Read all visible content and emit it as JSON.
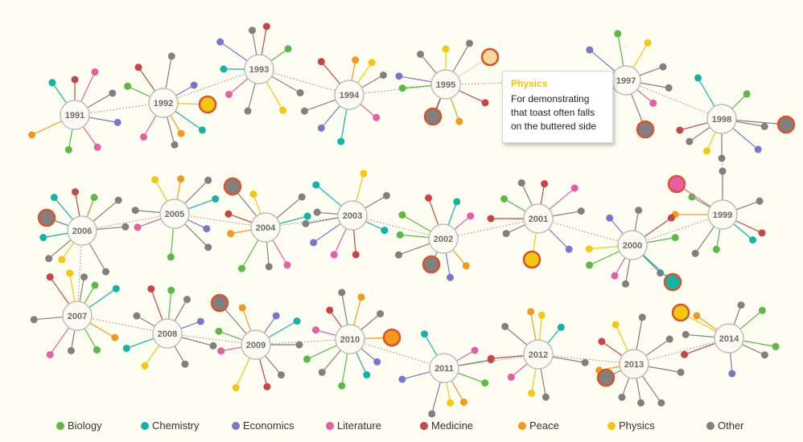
{
  "chart_data": {
    "type": "network",
    "categories": [
      {
        "name": "Biology",
        "color": "#5db846"
      },
      {
        "name": "Chemistry",
        "color": "#13b3a6"
      },
      {
        "name": "Economics",
        "color": "#7a76cc"
      },
      {
        "name": "Literature",
        "color": "#e75ea5"
      },
      {
        "name": "Medicine",
        "color": "#c94446"
      },
      {
        "name": "Peace",
        "color": "#f39a1e"
      },
      {
        "name": "Physics",
        "color": "#f3c80f"
      },
      {
        "name": "Other",
        "color": "#808080"
      }
    ],
    "years": [
      {
        "year": "1991",
        "spokes": [
          [
            "Chemistry",
            -125
          ],
          [
            "Medicine",
            -90
          ],
          [
            "Literature",
            -65
          ],
          [
            "Economics",
            10
          ],
          [
            "Literature",
            55
          ],
          [
            "Biology",
            100
          ],
          [
            "Peace",
            155
          ],
          [
            "Other",
            -30
          ]
        ]
      },
      {
        "year": "1992",
        "spokes": [
          [
            "Medicine",
            -125
          ],
          [
            "Biology",
            -155
          ],
          [
            "Economics",
            -30
          ],
          [
            "Chemistry",
            35
          ],
          [
            "Other",
            75
          ],
          [
            "Literature",
            120
          ],
          [
            "Peace",
            60
          ],
          [
            "Other",
            -80
          ]
        ]
      },
      {
        "year": "1993",
        "spokes": [
          [
            "Economics",
            -145
          ],
          [
            "Medicine",
            -80
          ],
          [
            "Other",
            -100
          ],
          [
            "Biology",
            -35
          ],
          [
            "Physics",
            60
          ],
          [
            "Other",
            105
          ],
          [
            "Literature",
            140
          ],
          [
            "Chemistry",
            180
          ],
          [
            "Other",
            30
          ]
        ]
      },
      {
        "year": "1994",
        "spokes": [
          [
            "Peace",
            -80
          ],
          [
            "Chemistry",
            100
          ],
          [
            "Economics",
            130
          ],
          [
            "Other",
            -30
          ],
          [
            "Literature",
            40
          ],
          [
            "Other",
            160
          ],
          [
            "Medicine",
            -130
          ],
          [
            "Physics",
            -55
          ]
        ]
      },
      {
        "year": "1995",
        "spokes": [
          [
            "Other",
            -130
          ],
          [
            "Physics",
            -90
          ],
          [
            "Other",
            -60
          ],
          [
            "Medicine",
            25
          ],
          [
            "Peace",
            70
          ],
          [
            "Other",
            110
          ],
          [
            "Economics",
            -170
          ],
          [
            "Biology",
            175
          ]
        ]
      },
      {
        "year": "1997",
        "spokes": [
          [
            "Biology",
            -100
          ],
          [
            "Physics",
            -60
          ],
          [
            "Other",
            -20
          ],
          [
            "Literature",
            40
          ],
          [
            "Economics",
            -140
          ],
          [
            "Other",
            10
          ]
        ]
      },
      {
        "year": "1998",
        "spokes": [
          [
            "Biology",
            -45
          ],
          [
            "Chemistry",
            -120
          ],
          [
            "Medicine",
            165
          ],
          [
            "Other",
            145
          ],
          [
            "Physics",
            115
          ],
          [
            "Economics",
            40
          ],
          [
            "Other",
            10
          ],
          [
            "Other",
            90
          ]
        ]
      },
      {
        "year": "1999",
        "spokes": [
          [
            "Other",
            -20
          ],
          [
            "Biology",
            -150
          ],
          [
            "Peace",
            180
          ],
          [
            "Medicine",
            25
          ],
          [
            "Chemistry",
            40
          ],
          [
            "Biology",
            100
          ],
          [
            "Other",
            125
          ],
          [
            "Other",
            -90
          ]
        ]
      },
      {
        "year": "2000",
        "spokes": [
          [
            "Economics",
            -130
          ],
          [
            "Medicine",
            -35
          ],
          [
            "Biology",
            -10
          ],
          [
            "Other",
            100
          ],
          [
            "Literature",
            120
          ],
          [
            "Biology",
            155
          ],
          [
            "Physics",
            175
          ],
          [
            "Other",
            45
          ],
          [
            "Other",
            -80
          ]
        ]
      },
      {
        "year": "2001",
        "spokes": [
          [
            "Other",
            -115
          ],
          [
            "Medicine",
            -80
          ],
          [
            "Literature",
            -40
          ],
          [
            "Other",
            -10
          ],
          [
            "Biology",
            -150
          ],
          [
            "Other",
            155
          ],
          [
            "Medicine",
            180
          ],
          [
            "Economics",
            45
          ]
        ]
      },
      {
        "year": "2002",
        "spokes": [
          [
            "Medicine",
            -110
          ],
          [
            "Chemistry",
            -70
          ],
          [
            "Literature",
            -40
          ],
          [
            "Biology",
            -150
          ],
          [
            "Biology",
            -175
          ],
          [
            "Economics",
            80
          ],
          [
            "Peace",
            50
          ],
          [
            "Other",
            160
          ]
        ]
      },
      {
        "year": "2003",
        "spokes": [
          [
            "Chemistry",
            -140
          ],
          [
            "Physics",
            -75
          ],
          [
            "Other",
            -30
          ],
          [
            "Other",
            -175
          ],
          [
            "Economics",
            145
          ],
          [
            "Literature",
            115
          ],
          [
            "Medicine",
            85
          ],
          [
            "Chemistry",
            25
          ],
          [
            "Other",
            170
          ]
        ]
      },
      {
        "year": "2004",
        "spokes": [
          [
            "Physics",
            -110
          ],
          [
            "Other",
            -40
          ],
          [
            "Chemistry",
            -15
          ],
          [
            "Medicine",
            -160
          ],
          [
            "Peace",
            170
          ],
          [
            "Biology",
            120
          ],
          [
            "Literature",
            60
          ],
          [
            "Other",
            85
          ]
        ]
      },
      {
        "year": "2005",
        "spokes": [
          [
            "Physics",
            -120
          ],
          [
            "Orange",
            -80
          ],
          [
            "Other",
            -45
          ],
          [
            "Chemistry",
            -20
          ],
          [
            "Literature",
            160
          ],
          [
            "Economics",
            25
          ],
          [
            "Other",
            45
          ],
          [
            "Biology",
            95
          ],
          [
            "Other",
            185
          ]
        ]
      },
      {
        "year": "2006",
        "spokes": [
          [
            "Chemistry",
            -130
          ],
          [
            "Medicine",
            -100
          ],
          [
            "Biology",
            -70
          ],
          [
            "Other",
            -40
          ],
          [
            "Other",
            -5
          ],
          [
            "Chemistry",
            170
          ],
          [
            "Physics",
            125
          ],
          [
            "Other",
            60
          ],
          [
            "Other",
            140
          ]
        ]
      },
      {
        "year": "2007",
        "spokes": [
          [
            "Medicine",
            -125
          ],
          [
            "Physics",
            -100
          ],
          [
            "Other",
            -80
          ],
          [
            "Biology",
            -60
          ],
          [
            "Chemistry",
            -35
          ],
          [
            "Peace",
            30
          ],
          [
            "Green",
            60
          ],
          [
            "Other",
            100
          ],
          [
            "Literature",
            125
          ],
          [
            "Other",
            175
          ]
        ]
      },
      {
        "year": "2008",
        "spokes": [
          [
            "Other",
            -150
          ],
          [
            "Medicine",
            -110
          ],
          [
            "Biology",
            -85
          ],
          [
            "Other",
            -60
          ],
          [
            "Economics",
            -20
          ],
          [
            "Other",
            15
          ],
          [
            "Chemistry",
            160
          ],
          [
            "Physics",
            125
          ],
          [
            "Other",
            60
          ]
        ]
      },
      {
        "year": "2009",
        "spokes": [
          [
            "Orange",
            -110
          ],
          [
            "Economics",
            -55
          ],
          [
            "Chemistry",
            -30
          ],
          [
            "Other",
            0
          ],
          [
            "Biology",
            -160
          ],
          [
            "Literature",
            170
          ],
          [
            "Physics",
            115
          ],
          [
            "Medicine",
            75
          ],
          [
            "Other",
            50
          ]
        ]
      },
      {
        "year": "2010",
        "spokes": [
          [
            "Medicine",
            -125
          ],
          [
            "Other",
            -100
          ],
          [
            "Orange",
            -75
          ],
          [
            "Other",
            -40
          ],
          [
            "Literature",
            -165
          ],
          [
            "Biology",
            155
          ],
          [
            "Other",
            130
          ],
          [
            "Chemistry",
            65
          ],
          [
            "Economics",
            40
          ],
          [
            "Green",
            100
          ]
        ]
      },
      {
        "year": "2011",
        "spokes": [
          [
            "Chemistry",
            -120
          ],
          [
            "Literature",
            -30
          ],
          [
            "Other",
            -10
          ],
          [
            "Green",
            20
          ],
          [
            "Orange",
            60
          ],
          [
            "Physics",
            80
          ],
          [
            "Other",
            105
          ],
          [
            "Economics",
            165
          ]
        ]
      },
      {
        "year": "2012",
        "spokes": [
          [
            "Orange",
            -100
          ],
          [
            "Physics",
            -85
          ],
          [
            "Chemistry",
            -50
          ],
          [
            "Other",
            10
          ],
          [
            "Other",
            80
          ],
          [
            "Physics",
            100
          ],
          [
            "Literature",
            140
          ],
          [
            "Medicine",
            175
          ],
          [
            "Other",
            -140
          ]
        ]
      },
      {
        "year": "2013",
        "spokes": [
          [
            "Other",
            -80
          ],
          [
            "Other",
            -35
          ],
          [
            "Medicine",
            -145
          ],
          [
            "Orange",
            170
          ],
          [
            "Other",
            10
          ],
          [
            "Physics",
            -115
          ],
          [
            "Other",
            80
          ],
          [
            "Other",
            110
          ],
          [
            "Other",
            55
          ]
        ]
      },
      {
        "year": "2014",
        "spokes": [
          [
            "Other",
            -70
          ],
          [
            "Green",
            10
          ],
          [
            "Green",
            -40
          ],
          [
            "Other",
            25
          ],
          [
            "Economics",
            85
          ],
          [
            "Medicine",
            160
          ],
          [
            "Other",
            185
          ],
          [
            "Peace",
            -145
          ]
        ]
      }
    ],
    "highlights": [
      {
        "year": "1992",
        "category": "Physics",
        "color": "#f3c80f"
      },
      {
        "year": "1995",
        "category": "Other",
        "color": "#808080"
      },
      {
        "year": "1995",
        "category": "Physics",
        "color": "#f7d7a0"
      },
      {
        "year": "1997",
        "category": "Other",
        "color": "#808080"
      },
      {
        "year": "1998",
        "category": "Other",
        "color": "#808080"
      },
      {
        "year": "1999",
        "category": "Literature",
        "color": "#e75ea5"
      },
      {
        "year": "2000",
        "category": "Chemistry",
        "color": "#13b3a6"
      },
      {
        "year": "2001",
        "category": "Physics",
        "color": "#f3c80f"
      },
      {
        "year": "2002",
        "category": "Other",
        "color": "#808080"
      },
      {
        "year": "2004",
        "category": "Other",
        "color": "#808080"
      },
      {
        "year": "2006",
        "category": "Other",
        "color": "#808080"
      },
      {
        "year": "2009",
        "category": "Other",
        "color": "#808080"
      },
      {
        "year": "2010",
        "category": "Peace",
        "color": "#f39a1e"
      },
      {
        "year": "2013",
        "category": "Other",
        "color": "#808080"
      },
      {
        "year": "2014",
        "category": "Physics",
        "color": "#f3c80f"
      }
    ],
    "tooltip": {
      "category": "Physics",
      "text_lines": [
        "For demonstrating",
        "that toast often falls",
        "on the buttered side"
      ]
    }
  }
}
